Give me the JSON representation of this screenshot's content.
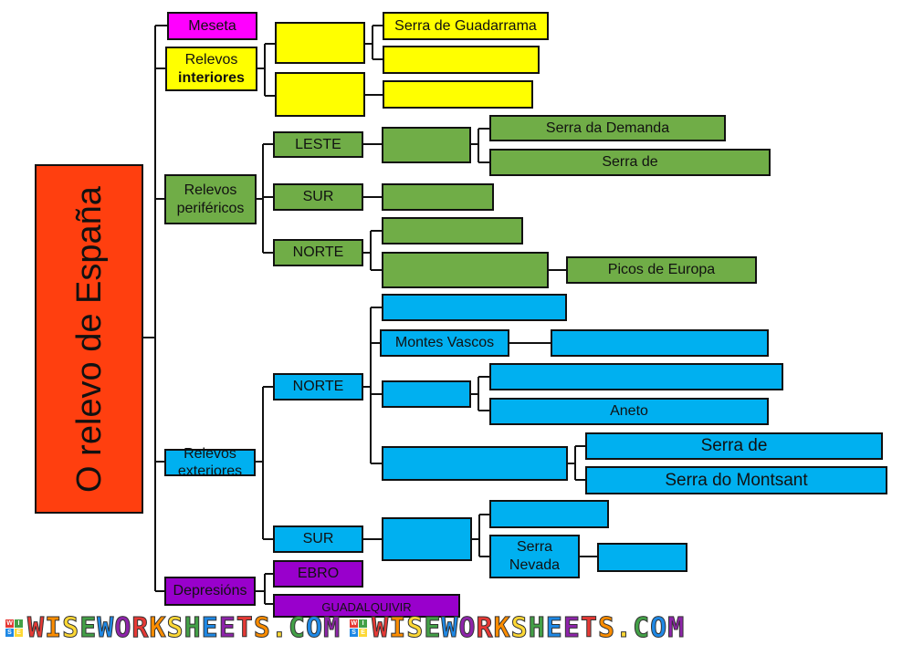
{
  "title": "O relevo de España",
  "categories": {
    "meseta": "Meseta",
    "relevos_interiores": [
      "Relevos",
      "interiores"
    ],
    "relevos_perifericos": [
      "Relevos",
      "periféricos"
    ],
    "relevos_exteriores": [
      "Relevos",
      "exteriores"
    ],
    "depresions": "Depresións"
  },
  "interior": {
    "guadarrama": "Serra de Guadarrama"
  },
  "perifericos": {
    "leste": "LESTE",
    "sur": "SUR",
    "norte": "NORTE",
    "demanda": "Serra da Demanda",
    "serra_de": "Serra de",
    "picos": "Picos de Europa"
  },
  "exteriores": {
    "norte": "NORTE",
    "sur": "SUR",
    "montes_vascos": "Montes Vascos",
    "aneto": "Aneto",
    "serra_de": "Serra de",
    "montsant": "Serra do Montsant",
    "serra_nevada": [
      "Serra",
      "Nevada"
    ]
  },
  "depresions": {
    "ebro": "EBRO",
    "guadalquivir": "GUADALQUIVIR"
  },
  "footer": {
    "brand_1": "WISEWORKSHEETS.COM",
    "brand_2": "WISEWORKSHEETS.COM",
    "logo_letters": [
      "W",
      "I",
      "S",
      "E"
    ],
    "logo_colors": [
      "#e53935",
      "#43a047",
      "#1e88e5",
      "#fdd835"
    ],
    "text_colors": [
      "#e53935",
      "#fb8c00",
      "#fdd835",
      "#43a047",
      "#1e88e5",
      "#8e24aa"
    ]
  }
}
